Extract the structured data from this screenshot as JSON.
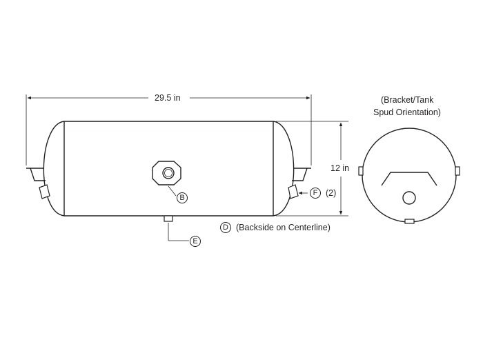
{
  "dimensions": {
    "length": "29.5 in",
    "diameter": "12 in"
  },
  "end_view": {
    "caption_line1": "(Bracket/Tank",
    "caption_line2": "Spud Orientation)"
  },
  "callouts": {
    "b": {
      "letter": "B"
    },
    "d": {
      "letter": "D",
      "note": "(Backside on Centerline)"
    },
    "e": {
      "letter": "E"
    },
    "f": {
      "letter": "F",
      "note": "(2)"
    }
  }
}
